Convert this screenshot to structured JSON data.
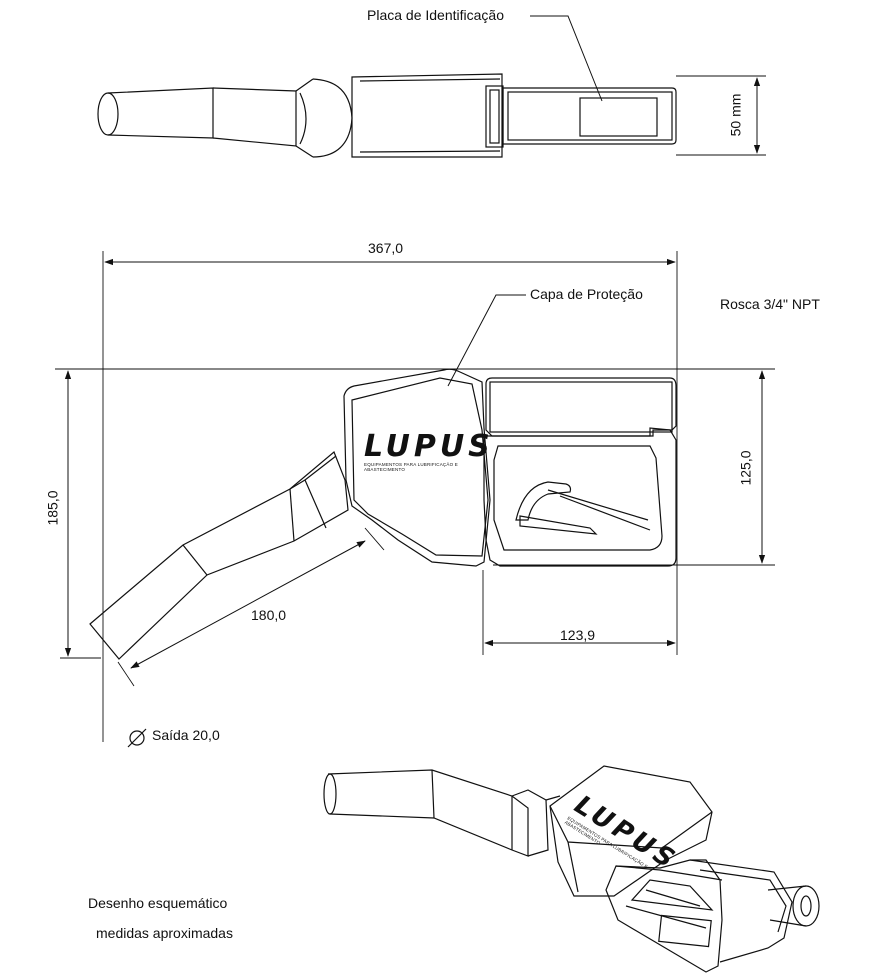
{
  "labels": {
    "nameplate": "Placa de Identificação",
    "cap": "Capa de Proteção",
    "thread": "Rosca 3/4\" NPT",
    "outlet": "Saída 20,0",
    "note_line1": "Desenho esquemático",
    "note_line2": "medidas aproximadas"
  },
  "dimensions": {
    "width_top": "50 mm",
    "overall_length": "367,0",
    "overall_height": "185,0",
    "body_height": "125,0",
    "spout_length": "180,0",
    "guard_length": "123,9"
  },
  "logo": {
    "word": "LUPUS",
    "tagline": "EQUIPAMENTOS PARA LUBRIFICAÇÃO E ABASTECIMENTO"
  },
  "symbols": {
    "diameter": "⌀"
  }
}
